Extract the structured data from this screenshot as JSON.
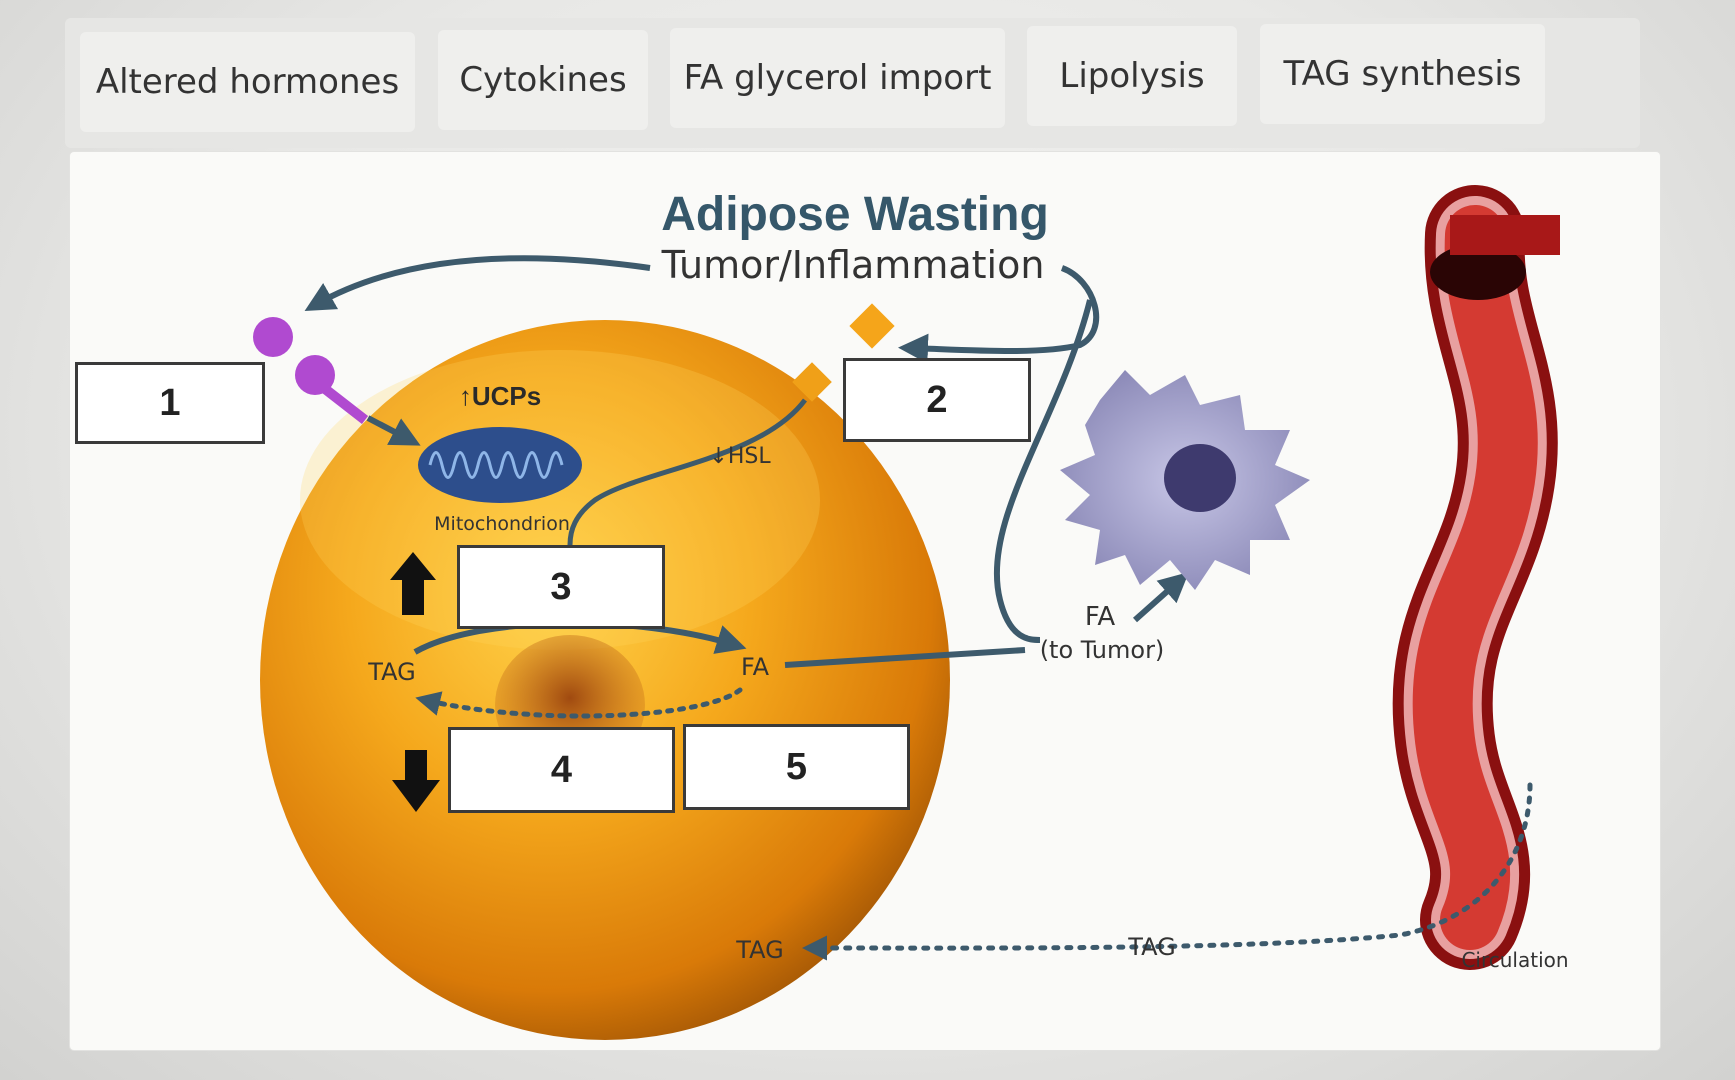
{
  "tabs": [
    {
      "label": "Altered hormones"
    },
    {
      "label": "Cytokines"
    },
    {
      "label": "FA glycerol import"
    },
    {
      "label": "Lipolysis"
    },
    {
      "label": "TAG synthesis"
    }
  ],
  "diagram": {
    "title": "Adipose Wasting",
    "subtitle": "Tumor/Inflammation",
    "ucps_label": "↑UCPs",
    "mitochondrion_label": "Mitochondrion",
    "hsl_label": "↓HSL",
    "tag_left_label": "TAG",
    "fa_label": "FA",
    "tag_bottom_label": "TAG",
    "tag_flow_label": "TAG",
    "fa_to_tumor_label": "FA",
    "to_tumor_label": "(to Tumor)",
    "circulation_label": "Circulation",
    "drop_boxes": [
      {
        "number": "1"
      },
      {
        "number": "2"
      },
      {
        "number": "3"
      },
      {
        "number": "4"
      },
      {
        "number": "5"
      }
    ]
  },
  "colors": {
    "arrow": "#3d5a6c",
    "cell": "#f0a018",
    "vessel": "#c0282c",
    "receptor": "#b04ad0"
  }
}
